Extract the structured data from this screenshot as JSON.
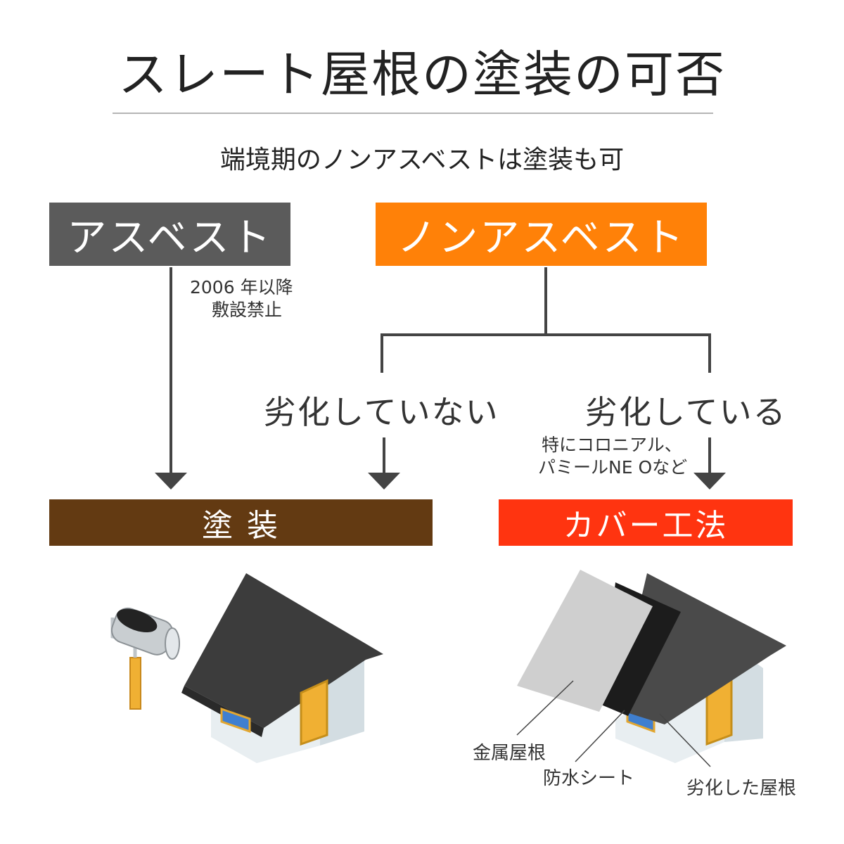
{
  "title": "スレート屋根の塗装の可否",
  "subtitle": "端境期のノンアスベストは塗装も可",
  "asbestos": {
    "label": "アスベスト",
    "note_line1": "2006 年以降",
    "note_line2": "敷設禁止",
    "color": "#5b5b5b"
  },
  "non_asbestos": {
    "label": "ノンアスベスト",
    "color": "#ff8108"
  },
  "branches": {
    "not_degraded": "劣化していない",
    "degraded": "劣化している",
    "degraded_note_line1": "特にコロニアル、",
    "degraded_note_line2": "パミールNE Oなど"
  },
  "results": {
    "painting": {
      "label": "塗 装",
      "color": "#633a12"
    },
    "cover": {
      "label": "カバー工法",
      "color": "#ff3410"
    }
  },
  "cover_labels": {
    "metal_roof": "金属屋根",
    "waterproof_sheet": "防水シート",
    "degraded_roof": "劣化した屋根"
  },
  "colors": {
    "line": "#444444",
    "roof": "#3c3c3c",
    "wall": "#e8eef1",
    "wall_shadow": "#d3dde2",
    "door": "#f0b033",
    "window": "#3f7fd0",
    "metal_sheet": "#cfcfcf",
    "black_sheet": "#1c1c1c"
  }
}
